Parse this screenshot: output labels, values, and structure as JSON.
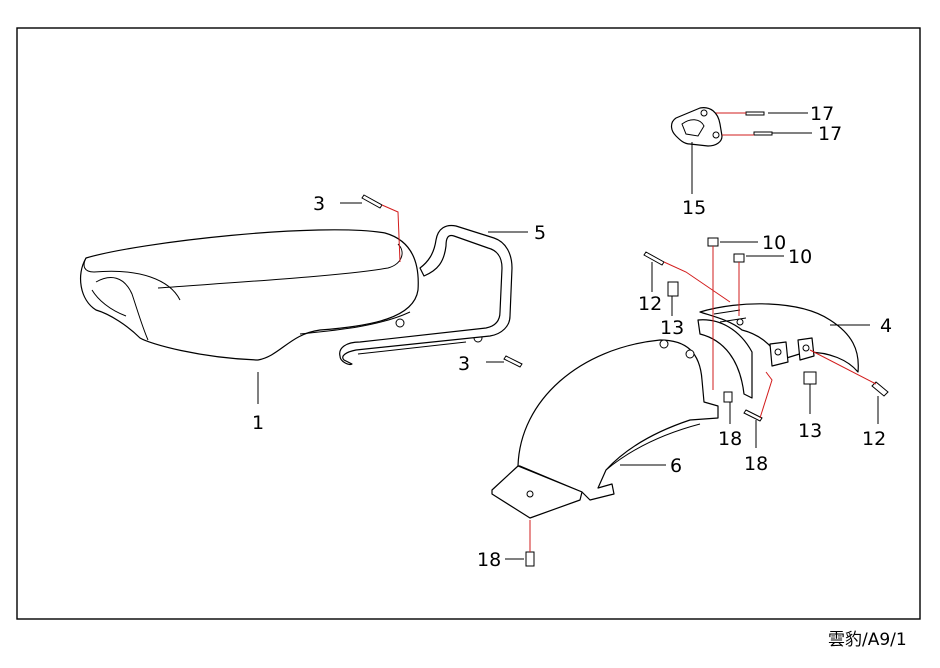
{
  "labels": {
    "seat": "1",
    "seat_bolt_upper": "3",
    "seat_bolt_lower": "3",
    "grab_rail": "5",
    "bracket": "15",
    "bracket_bolt_upper": "17",
    "bracket_bolt_lower": "17",
    "nut_upper": "10",
    "nut_lower": "10",
    "fender_bolt_left": "12",
    "fender_bolt_right": "12",
    "collar_left": "13",
    "collar_right": "13",
    "rear_fender": "4",
    "inner_fender": "6",
    "screw_left": "18",
    "screw_mid": "18",
    "screw_bottom": "18"
  },
  "footer": {
    "code": "雲豹/A9/1"
  }
}
